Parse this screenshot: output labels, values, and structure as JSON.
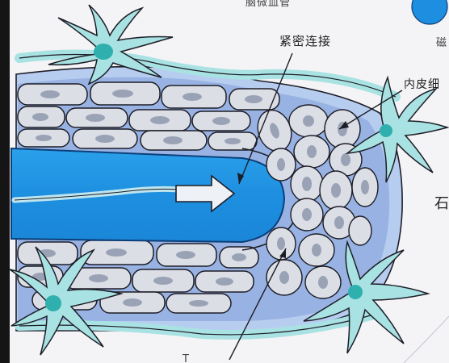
{
  "labels": {
    "tight_junction": "紧密连接",
    "endothelial_cell": "内皮细",
    "side_char": "石",
    "top_partial": "脑微血管",
    "bottom_partial": "T",
    "magnet_char": "磁"
  },
  "colors": {
    "lumen_blue": "#1e8fe0",
    "lumen_dark": "#0d6fbf",
    "cell_grey": "#dcdee6",
    "nucleus": "#9aa3b6",
    "astrocyte": "#a9e2e2",
    "astro_nucleus": "#2fb0ae",
    "basement": "#6f8ccf",
    "outline": "#1d1d27"
  },
  "icons": {
    "flow_arrow": "arrow-right-icon"
  }
}
